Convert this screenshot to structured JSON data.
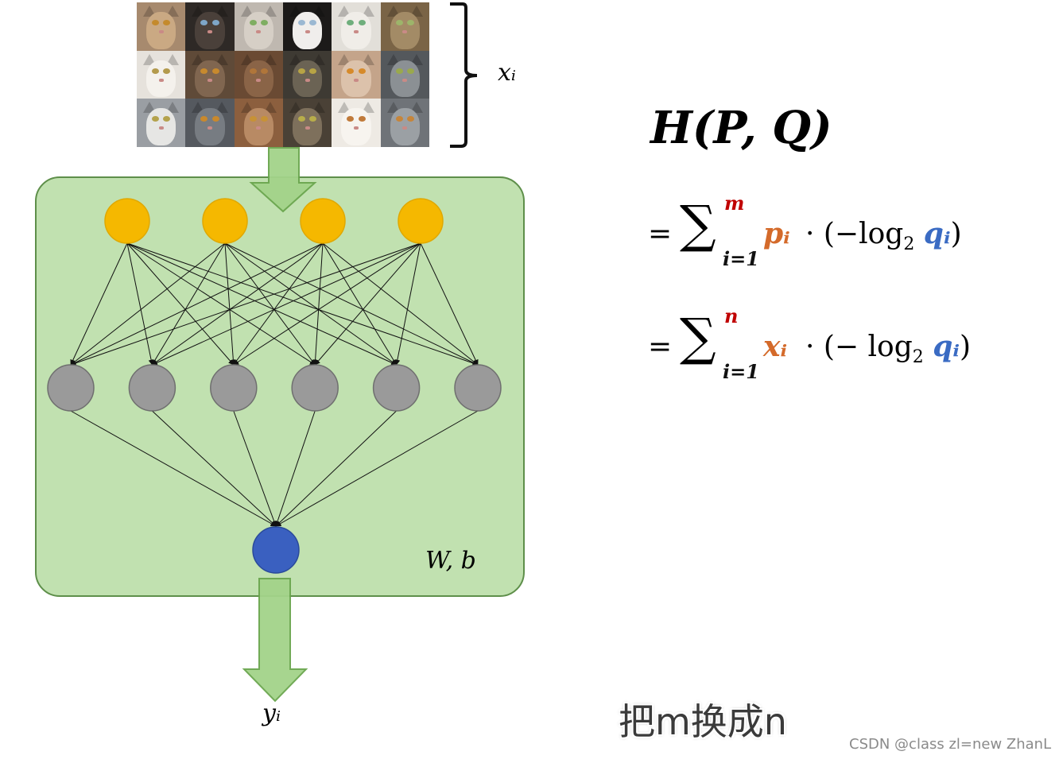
{
  "image_grid": {
    "rows": 3,
    "cols": 6,
    "cats": [
      {
        "fur": "#a78a6e",
        "face": "#caa983",
        "eye": "#c48a2c"
      },
      {
        "fur": "#2e2926",
        "face": "#4a403a",
        "eye": "#7ea6c8"
      },
      {
        "fur": "#bfb8b0",
        "face": "#d6cfc6",
        "eye": "#7fae62"
      },
      {
        "fur": "#1c1a19",
        "face": "#f0eeec",
        "eye": "#9bb8d2"
      },
      {
        "fur": "#e2dfd9",
        "face": "#f0ede8",
        "eye": "#6fae7c"
      },
      {
        "fur": "#7a6446",
        "face": "#a38b66",
        "eye": "#9db56a"
      },
      {
        "fur": "#e6e2dc",
        "face": "#f4f1ec",
        "eye": "#b39a4c"
      },
      {
        "fur": "#5f4a38",
        "face": "#806650",
        "eye": "#c78a2e"
      },
      {
        "fur": "#6a4a33",
        "face": "#8a6447",
        "eye": "#b0763a"
      },
      {
        "fur": "#3e3a33",
        "face": "#6b6354",
        "eye": "#b7a445"
      },
      {
        "fur": "#c4a48a",
        "face": "#dcc2ab",
        "eye": "#d68a2a"
      },
      {
        "fur": "#54585c",
        "face": "#8b9094",
        "eye": "#9aa94c"
      },
      {
        "fur": "#9a9ea3",
        "face": "#e6e6e4",
        "eye": "#b4a24c"
      },
      {
        "fur": "#55595f",
        "face": "#777c82",
        "eye": "#c9892c"
      },
      {
        "fur": "#8c5f3e",
        "face": "#b88a64",
        "eye": "#c79236"
      },
      {
        "fur": "#4a4136",
        "face": "#7e705c",
        "eye": "#b8ad4a"
      },
      {
        "fur": "#eeeae4",
        "face": "#f7f4ef",
        "eye": "#c07a3a"
      },
      {
        "fur": "#6f7378",
        "face": "#9ba0a4",
        "eye": "#c6853a"
      }
    ]
  },
  "labels": {
    "x_i": "xᵢ",
    "y_i": "yᵢ",
    "w_b": "W, b"
  },
  "network": {
    "box_color": "#c1e1b0",
    "box_border": "#5e8f4a",
    "input_nodes": 4,
    "hidden_nodes": 6,
    "output_nodes": 1,
    "input_color": "#f5b800",
    "hidden_color": "#9a9a9a",
    "output_color": "#3a60c0",
    "arrow_color": "#a3d38a"
  },
  "formula": {
    "title": "H(P, Q)",
    "eq1": {
      "equals": "=",
      "sigma": "∑",
      "upper": "m",
      "lower": "i=1",
      "term": "pᵢ",
      "rest_a": "· (−log",
      "base": "2",
      "q": "qᵢ",
      "close": ")"
    },
    "eq2": {
      "equals": "=",
      "sigma": "∑",
      "upper": "n",
      "lower": "i=1",
      "term": "xᵢ",
      "rest_a": "· (− log",
      "base": "2",
      "q": "qᵢ",
      "close": ")"
    }
  },
  "subtitle": "把m换成n",
  "watermark": "CSDN @class zl=new ZhanL"
}
